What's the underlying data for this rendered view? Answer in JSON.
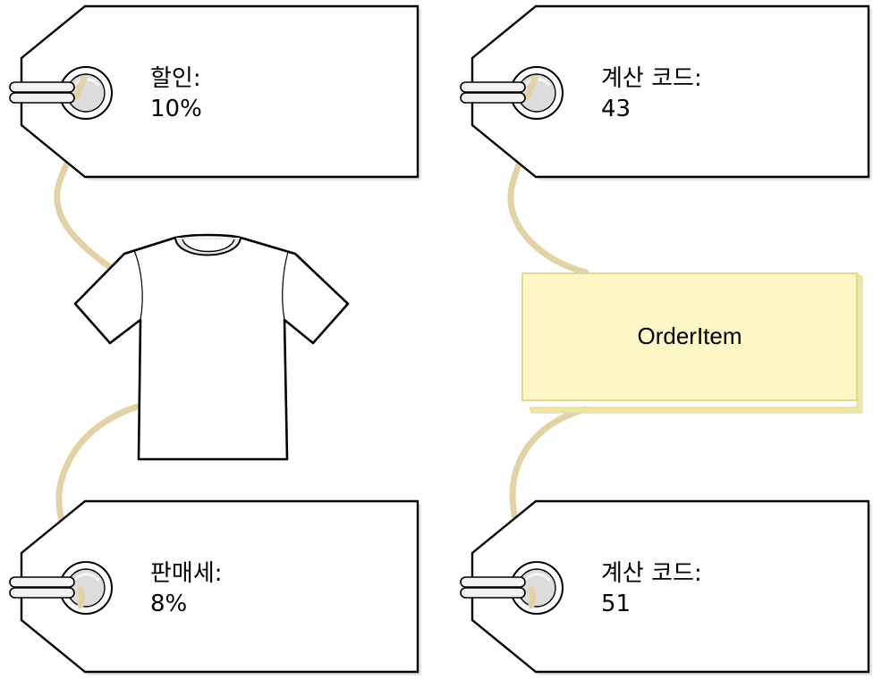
{
  "tags": {
    "discount": {
      "label": "할인:",
      "value": "10%"
    },
    "sales_tax": {
      "label": "판매세:",
      "value": "8%"
    },
    "calc_code_top": {
      "label": "계산 코드:",
      "value": "43"
    },
    "calc_code_bottom": {
      "label": "계산 코드:",
      "value": "51"
    }
  },
  "order_item": {
    "label": "OrderItem"
  },
  "colors": {
    "string": "#e2d3a6",
    "box_fill": "#fdf7c6",
    "box_border": "#e4d88a",
    "box_shadow": "#eee6a8",
    "eyelet": "#d8d8d8",
    "loop": "#f2f2f2",
    "tag_shadow": "#e6e6e6"
  }
}
